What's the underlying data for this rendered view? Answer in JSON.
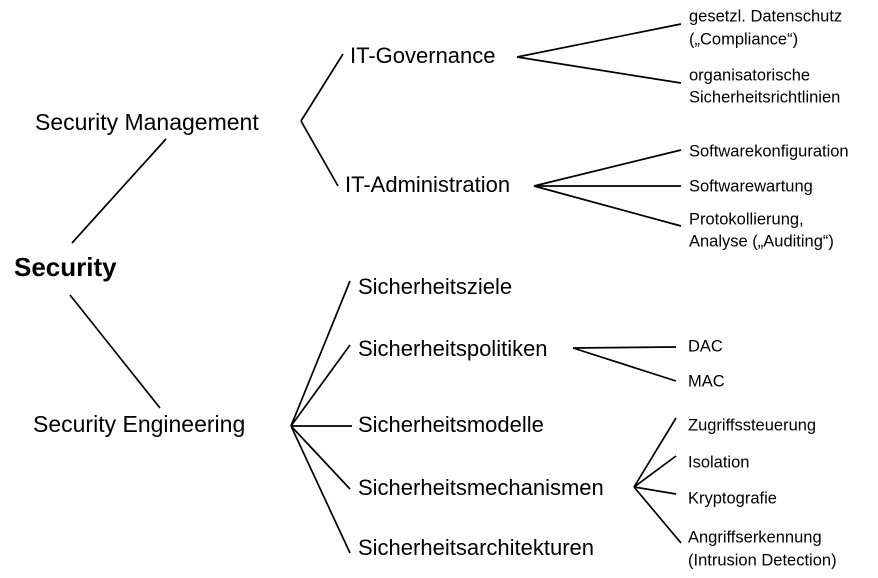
{
  "diagram": {
    "title": "Security",
    "type": "tree",
    "orientation": "left-to-right",
    "background_color": "#ffffff",
    "line_color": "#000000",
    "text_color": "#000000"
  },
  "nodes": {
    "root": {
      "label": "Security",
      "level": 0,
      "bold": true
    },
    "level1": [
      {
        "label": "Security Management"
      },
      {
        "label": "Security Engineering"
      }
    ],
    "management_children": [
      {
        "label": "IT-Governance"
      },
      {
        "label": "IT-Administration"
      }
    ],
    "governance_leaves": [
      {
        "line1": "gesetzl. Datenschutz",
        "line2": "(„Compliance“)"
      },
      {
        "line1": "organisatorische",
        "line2": "Sicherheitsrichtlinien"
      }
    ],
    "administration_leaves": [
      {
        "line1": "Softwarekonfiguration",
        "line2": ""
      },
      {
        "line1": "Softwarewartung",
        "line2": ""
      },
      {
        "line1": "Protokollierung,",
        "line2": "Analyse („Auditing“)"
      }
    ],
    "engineering_children": [
      {
        "label": "Sicherheitsziele"
      },
      {
        "label": "Sicherheitspolitiken"
      },
      {
        "label": "Sicherheitsmodelle"
      },
      {
        "label": "Sicherheitsmechanismen"
      },
      {
        "label": "Sicherheitsarchitekturen"
      }
    ],
    "politiken_leaves": [
      {
        "line1": "DAC",
        "line2": ""
      },
      {
        "line1": "MAC",
        "line2": ""
      }
    ],
    "mechanismen_leaves": [
      {
        "line1": "Zugriffssteuerung",
        "line2": ""
      },
      {
        "line1": "Isolation",
        "line2": ""
      },
      {
        "line1": "Kryptografie",
        "line2": ""
      },
      {
        "line1": "Angriffserkennung",
        "line2": "(Intrusion Detection)"
      }
    ]
  }
}
